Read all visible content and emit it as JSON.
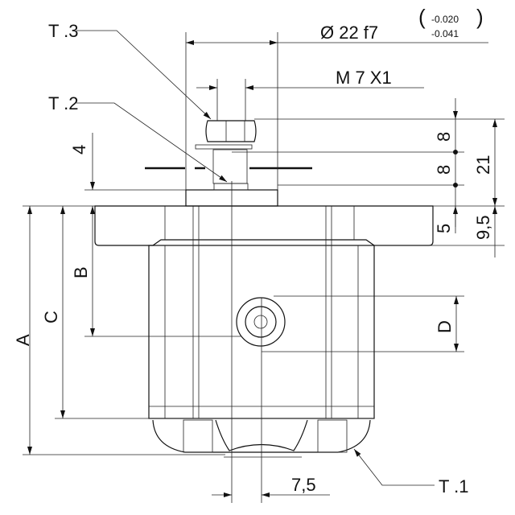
{
  "labels": {
    "t3": "T .3",
    "t2": "T .2",
    "t1": "T .1",
    "diameter": "Ø 22 f7",
    "tol_upper": "-0.020",
    "tol_lower": "-0.041",
    "thread": "M 7 X1",
    "dim_4": "4",
    "dim_8a": "8",
    "dim_8b": "8",
    "dim_21": "21",
    "dim_5": "5",
    "dim_9_5": "9,5",
    "dim_A": "A",
    "dim_B": "B",
    "dim_C": "C",
    "dim_D": "D",
    "dim_7_5": "7,5"
  }
}
